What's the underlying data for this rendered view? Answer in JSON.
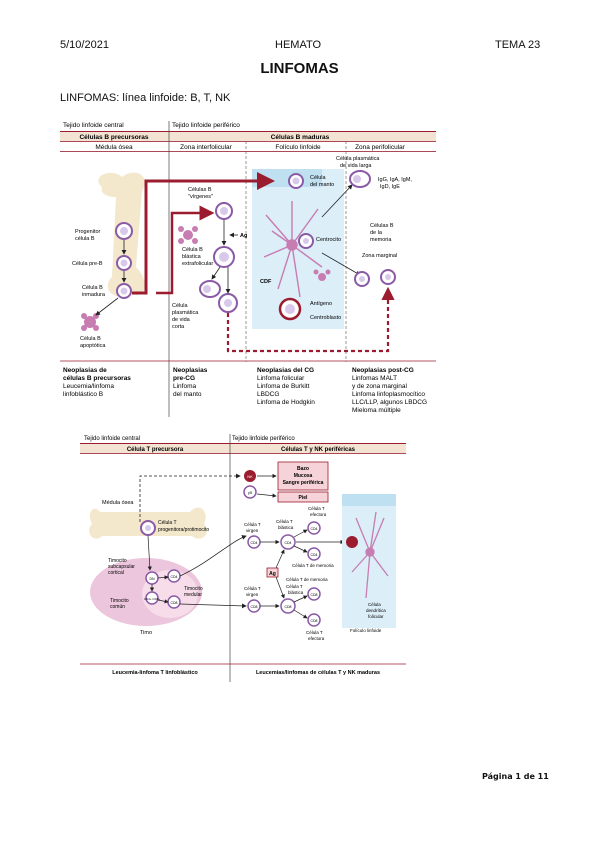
{
  "header": {
    "date": "5/10/2021",
    "subject": "HEMATO",
    "topic": "TEMA 23"
  },
  "title": "LINFOMAS",
  "subtitle": "LINFOMAS: línea linfoide: B, T, NK",
  "fig1": {
    "top_central": "Tejido linfoide central",
    "top_peripheral": "Tejido linfoide periférico",
    "head_precursor": "Células B precursoras",
    "head_mature": "Células B maduras",
    "zone_marrow": "Médula ósea",
    "zone_interfollicular": "Zona interfolicular",
    "zone_follicle": "Folículo linfoide",
    "zone_perifollicular": "Zona perifolicular",
    "cells": {
      "progenitor": [
        "Progenitor",
        "célula B"
      ],
      "preb": "Célula pre-B",
      "immature": [
        "Célula B",
        "inmadura"
      ],
      "apoptotic": [
        "Célula B",
        "apoptótica"
      ],
      "naive": [
        "Células B",
        "\"vírgenes\""
      ],
      "ag": "Ag",
      "blastic": [
        "Célula B",
        "blástica",
        "extrafolicular"
      ],
      "plasma_short": [
        "Célula",
        "plasmática",
        "de vida",
        "corta"
      ],
      "mantle": [
        "Célula",
        "del manto"
      ],
      "centrocyte": "Centrocito",
      "cdf": "CDF",
      "antigen": "Antígeno",
      "centroblast": "Centroblasto",
      "plasma_long": [
        "Célula plasmática",
        "de vida larga"
      ],
      "igs": [
        "IgG, IgA, IgM,",
        "IgD, IgE"
      ],
      "memory": [
        "Células B",
        "de la",
        "memoria"
      ],
      "marginal": "Zona marginal"
    },
    "neoplasms": {
      "precursor": [
        "Neoplasias de",
        "células B precursoras",
        "Leucemia/linfoma",
        "linfoblástico B"
      ],
      "precg": [
        "Neoplasias",
        "pre-CG",
        "Linfoma",
        "del manto"
      ],
      "cg": [
        "Neoplasias del CG",
        "Linfoma folicular",
        "Linfoma de Burkitt",
        "LBDCG",
        "Linfoma de Hodgkin"
      ],
      "postcg": [
        "Neoplasias post-CG",
        "Linfomas MALT",
        "y de zona marginal",
        "Linfoma linfoplasmocítico",
        "LLC/LLP, algunos LBDCG",
        "Mieloma múltiple"
      ]
    }
  },
  "fig2": {
    "top_central": "Tejido linfoide central",
    "top_peripheral": "Tejido linfoide periférico",
    "head_precursor": "Célula T precursora",
    "head_peripheral": "Células T y NK periféricas",
    "marrow": "Médula ósea",
    "t_progenitor": [
      "Célula T",
      "progenitora/protimocito"
    ],
    "thymocytes": [
      "Timocito",
      "subcapsular",
      "cortical"
    ],
    "medullary": [
      "Timocito",
      "medular"
    ],
    "common": [
      "Timocito",
      "común"
    ],
    "thymus": "Timo",
    "boxes": [
      "Bazo",
      "Mucosa",
      "Sangre periférica",
      "Piel"
    ],
    "nk": "NK",
    "gd": "γδ",
    "ag": "Ag",
    "cd4": "CD4",
    "cd8": "CD8",
    "dp": "CD4+ CD8+",
    "dn": "DN",
    "labels": {
      "naive1": [
        "Célula T",
        "virgen"
      ],
      "blast1": [
        "Célula T",
        "blástica"
      ],
      "effector1": [
        "Célula T",
        "efectora"
      ],
      "memory1": "Célula T de memoria",
      "memory2": "Célula T de memoria",
      "naive2": [
        "Célula T",
        "virgen"
      ],
      "blast2": [
        "Célula T",
        "blástica"
      ],
      "effector2": [
        "Célula T",
        "efectora"
      ],
      "fdc": [
        "Célula",
        "dendrítica",
        "folicular"
      ],
      "follicle": "Folículo linfoide"
    },
    "bottom_left": "Leucemia-linfoma T linfoblástico",
    "bottom_right": "Leucemias/linfomas de células T y NK maduras"
  },
  "footer": "Página 1 de 11"
}
